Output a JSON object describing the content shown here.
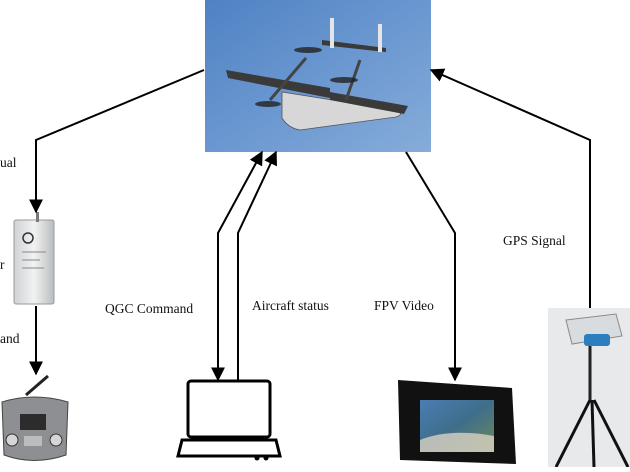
{
  "labels": {
    "manual_partial": "ual",
    "command_partial": "and",
    "left_edge_partial": "r",
    "qgc_command": "QGC Command",
    "aircraft_status": "Aircraft status",
    "fpv_video": "FPV Video",
    "gps_signal": "GPS Signal"
  },
  "colors": {
    "sky": "#5f8ecb",
    "arrow": "#000000",
    "text": "#111111"
  }
}
